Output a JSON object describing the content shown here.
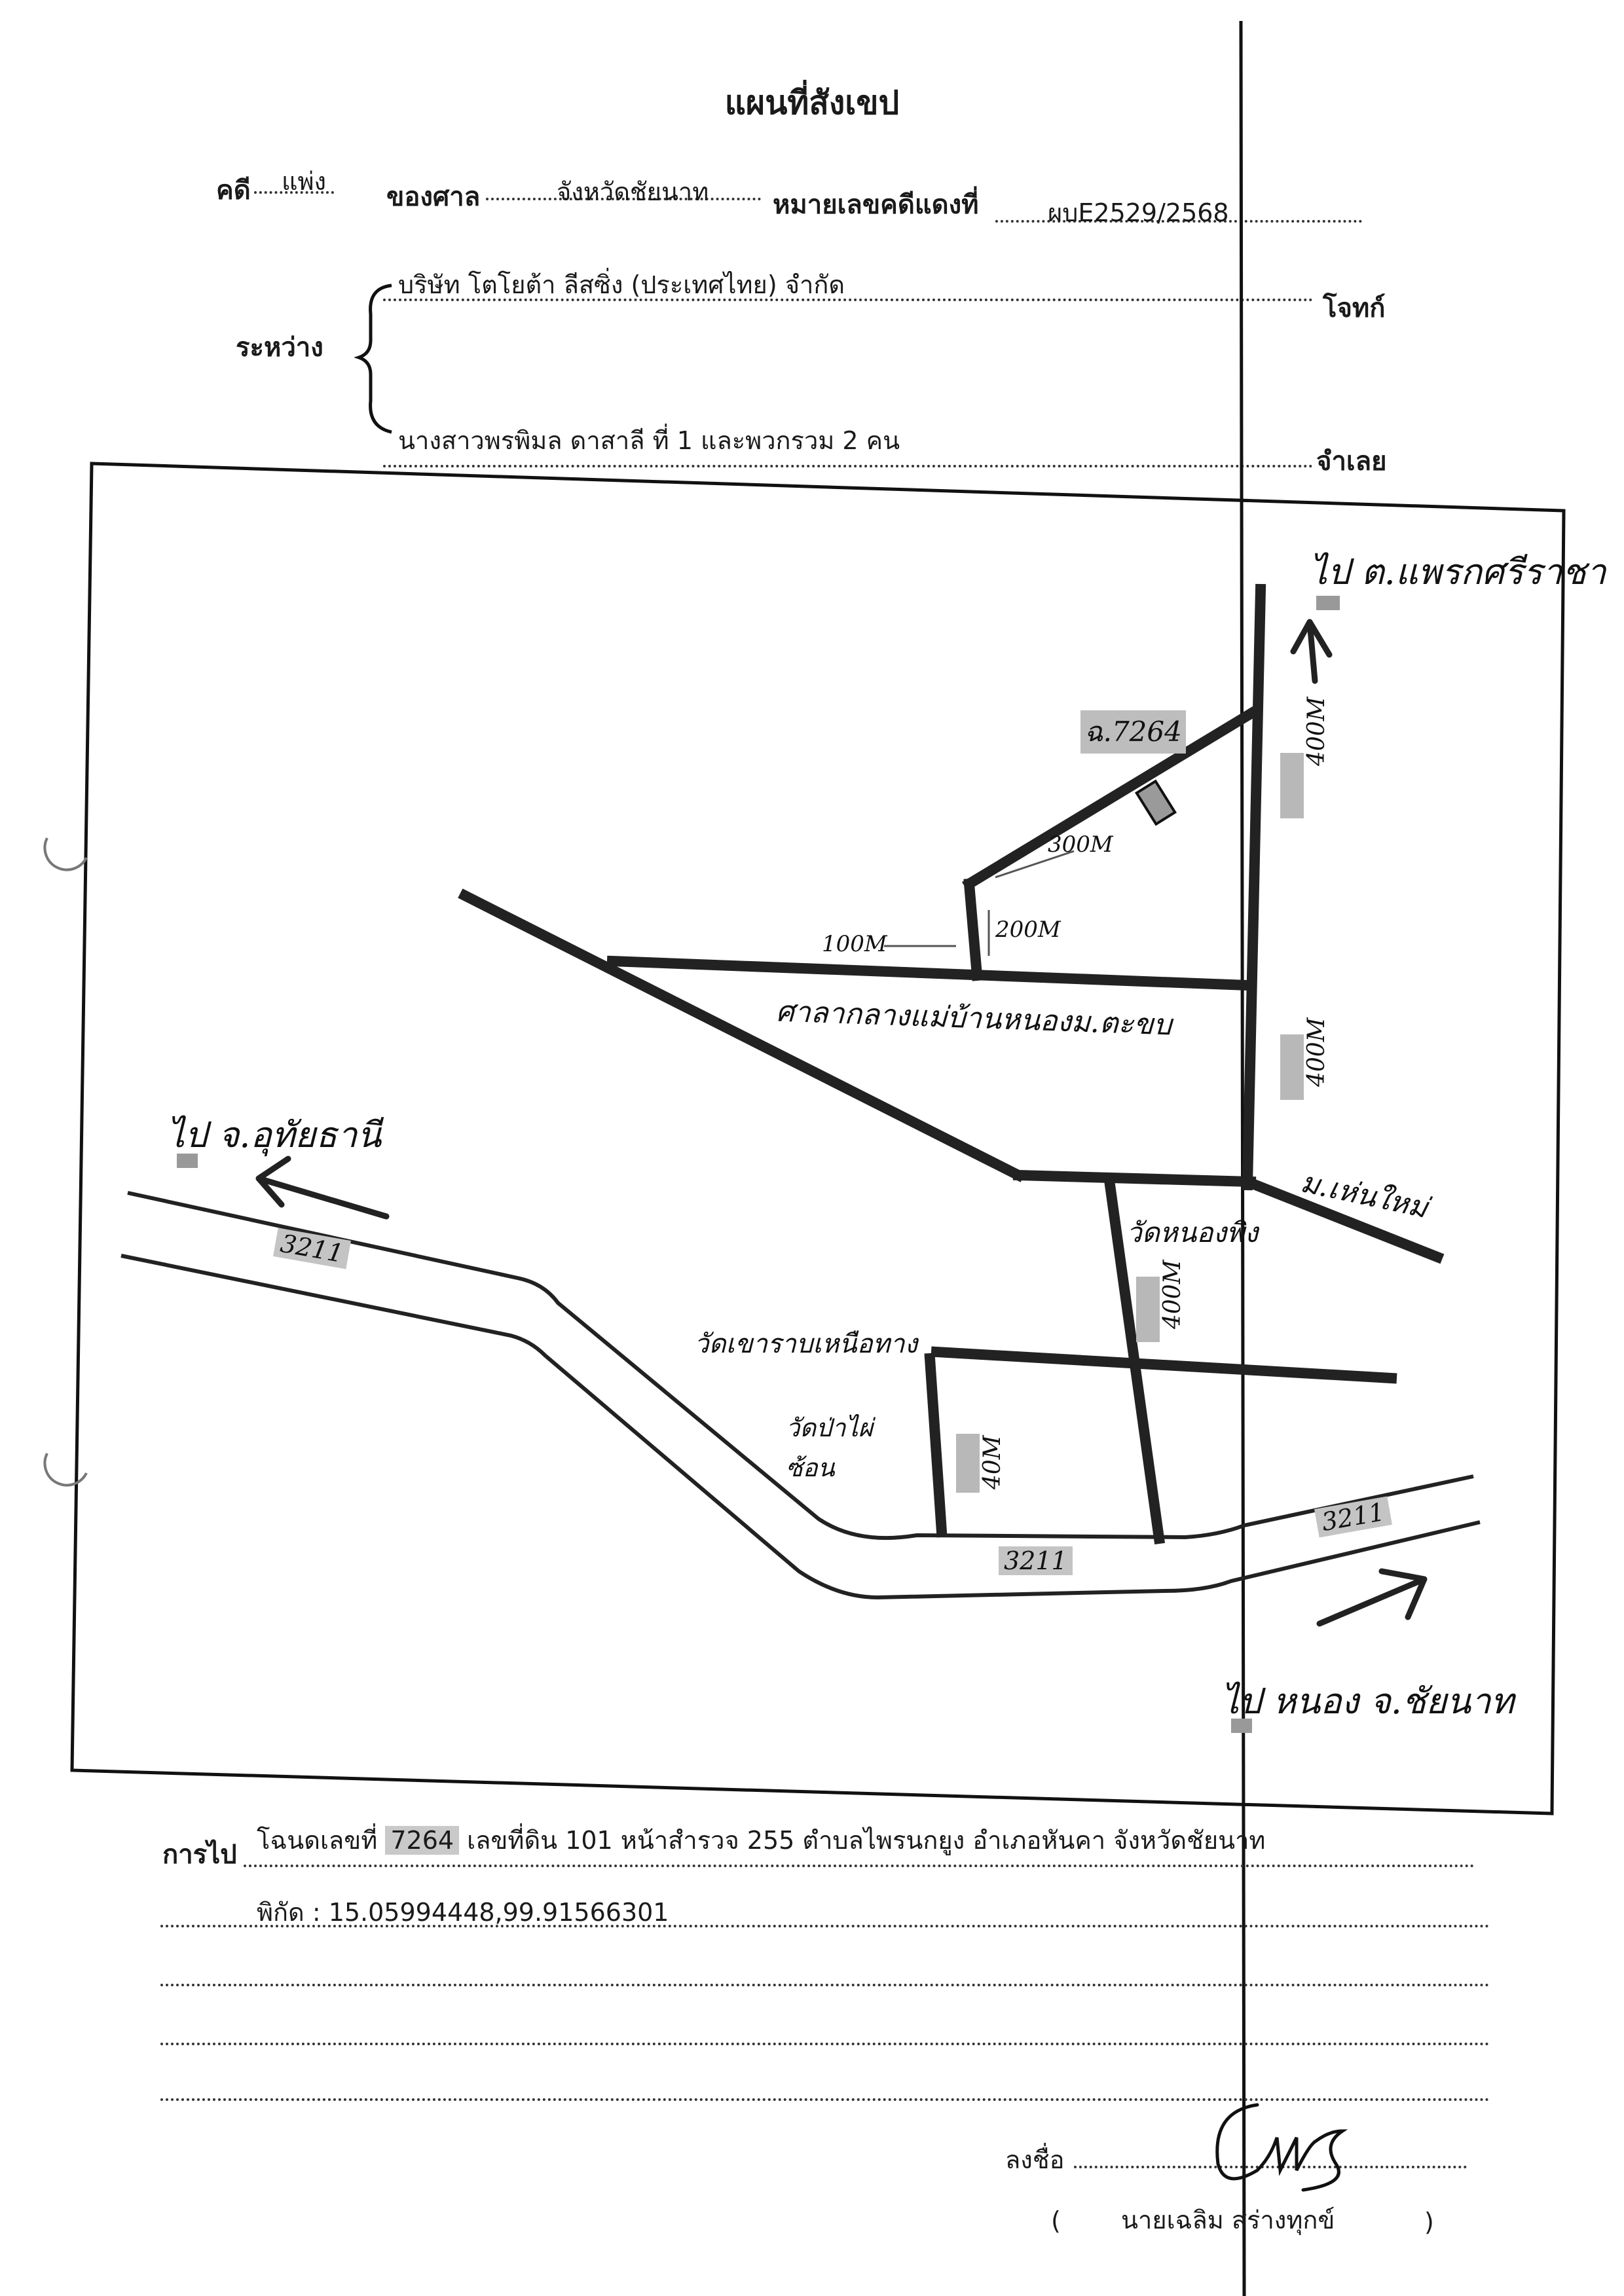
{
  "header": {
    "title": "แผนที่สังเขป",
    "case_label": "คดี",
    "case_type": "แพ่ง",
    "court_label": "ของศาล",
    "court_name": "จังหวัดชัยนาท",
    "red_no_label": "หมายเลขคดีแดงที่",
    "red_no_value": "ผบE2529/2568"
  },
  "parties": {
    "between_label": "ระหว่าง",
    "plaintiff_name": "บริษัท โตโยต้า ลีสซิ่ง (ประเทศไทย) จำกัด",
    "plaintiff_label": "โจทก์",
    "defendant_name": "นางสาวพรพิมล ดาสาลี ที่ 1 และพวกรวม 2 คน",
    "defendant_label": "จำเลย"
  },
  "map": {
    "to_north": "ไป ต.แพรกศรีราชา",
    "to_west": "ไป จ.อุทัยธานี",
    "to_east": "ไป หนอง จ.ชัยนาท",
    "plot_label": "ฉ.7264",
    "dist_300": "300M",
    "dist_100": "100M",
    "dist_200": "200M",
    "dist_400a": "400M",
    "dist_400b": "400M",
    "dist_400c": "400M",
    "dist_400d": "40M",
    "school_road": "ศาลากลางแม่บ้านหนองม.ตะขบ",
    "village_new": "ม.เห่นใหม่",
    "temple_1": "วัดหนองพิง",
    "temple_2": "วัดเขาราบเหนือทาง",
    "temple_3": "วัดป่าไผ่ ซ้อน",
    "road_3211_a": "3211",
    "road_3211_b": "3211",
    "road_3211_c": "3211"
  },
  "footer": {
    "route_label": "การไป",
    "route_text_1": "โฉนดเลขที่",
    "deed_no": "7264",
    "route_text_2": "เลขที่ดิน 101 หน้าสำรวจ 255 ตำบลไพรนกยูง อำเภอหันคา จังหวัดชัยนาท",
    "coords": "พิกัด : 15.05994448,99.91566301",
    "sign_label": "ลงชื่อ",
    "signer_open": "(",
    "signer_name": "นายเฉลิม สร่างทุกข์",
    "signer_close": ")"
  }
}
